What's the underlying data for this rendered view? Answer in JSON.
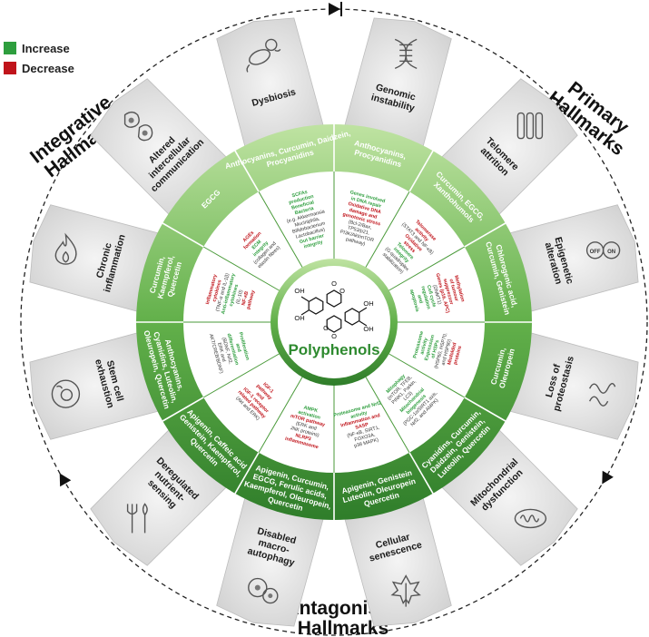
{
  "legend": {
    "increase": "Increase",
    "decrease": "Decrease",
    "increase_color": "#2e9e3e",
    "decrease_color": "#c0141b"
  },
  "groups": {
    "primary": [
      "Primary",
      "Hallmarks"
    ],
    "antagonistic": [
      "Antagonistic",
      "Hallmarks"
    ],
    "integrative": [
      "Integrative",
      "Hallmarks"
    ]
  },
  "hallmarks": [
    {
      "name": [
        "Genomic",
        "instability"
      ],
      "icon": "dna-icon"
    },
    {
      "name": [
        "Telomere",
        "attrition"
      ],
      "icon": "telomere-icon"
    },
    {
      "name": [
        "Epigenetic",
        "alteration"
      ],
      "icon": "epigenetic-switch-icon",
      "icon_text": [
        "OFF",
        "ON"
      ]
    },
    {
      "name": [
        "Loss of",
        "proteostasis"
      ],
      "icon": "protein-icon"
    },
    {
      "name": [
        "Mitochondrial",
        "dysfunction"
      ],
      "icon": "mitochondria-icon"
    },
    {
      "name": [
        "Cellular",
        "senescence"
      ],
      "icon": "leaf-icon"
    },
    {
      "name": [
        "Disabled",
        "macro-",
        "autophagy"
      ],
      "icon": "autophagy-icon"
    },
    {
      "name": [
        "Deregulated",
        "nutrient-",
        "sensing"
      ],
      "icon": "utensils-icon"
    },
    {
      "name": [
        "Stem cell",
        "exhaustion"
      ],
      "icon": "stem-cell-icon"
    },
    {
      "name": [
        "Chronic",
        "inflammation"
      ],
      "icon": "flame-icon"
    },
    {
      "name": [
        "Altered",
        "intercellular",
        "communication"
      ],
      "icon": "cells-icon"
    },
    {
      "name": [
        "Dysbiosis"
      ],
      "icon": "bacteria-icon"
    }
  ],
  "compounds": [
    [
      "Anthocyanins,",
      "Procyanidins"
    ],
    [
      "Curcumin, EGCG,",
      "Xanthohumols"
    ],
    [
      "Chlorogenic acid,",
      "Curcumin, Genistein"
    ],
    [
      "Curcumin,",
      "Oleuropein"
    ],
    [
      "Cyanidins, Curcumin,",
      "Daidzein, Genistein,",
      "Luteolin, Quercetin"
    ],
    [
      "Apigenin, Genistein",
      "Luteolin, Oleuropein",
      "Quercetin"
    ],
    [
      "Apigenin, Curcumin,",
      "EGCG, Ferulic acids,",
      "Kaempferol, Oleuropein,",
      "Quercetin"
    ],
    [
      "Apigenin, Caffeic acid",
      "Genistein, Kaempferol,",
      "Quercetin"
    ],
    [
      "Anthocyanins,",
      "Cyanidins, Luteolin,",
      "Oleuropein, Quercetin"
    ],
    [
      "Curcumin,",
      "Kaempferol,",
      "Quercetin"
    ],
    [
      "EGCG"
    ],
    [
      "Anthocyanins, Curcumin, Daidzein,",
      "Procyanidins"
    ]
  ],
  "effects": [
    [
      {
        "t": "Genes involved",
        "c": "g"
      },
      {
        "t": "in DNA repair",
        "c": "g"
      },
      {
        "t": "Oxidative DNA",
        "c": "r"
      },
      {
        "t": "damage and",
        "c": "r"
      },
      {
        "t": "genotoxic stress",
        "c": "r"
      },
      {
        "t": "(Bcl-2/Bax,",
        "c": "k"
      },
      {
        "t": "TP53/p21,",
        "c": "k"
      },
      {
        "t": "PI3K/Akt/mTOR",
        "c": "k"
      },
      {
        "t": "pathway)",
        "c": "k"
      }
    ],
    [
      {
        "t": "Telomerase",
        "c": "r"
      },
      {
        "t": "activity",
        "c": "r"
      },
      {
        "t": "(STAT3 and NF-κB)",
        "c": "k"
      },
      {
        "t": "Oxidative",
        "c": "r"
      },
      {
        "t": "stress",
        "c": "r"
      },
      {
        "t": "Telomere",
        "c": "g"
      },
      {
        "t": "integrity",
        "c": "g"
      },
      {
        "t": "(G-quadruplex",
        "c": "k"
      },
      {
        "t": "stabilization)",
        "c": "k"
      }
    ],
    [
      {
        "t": "Methylation",
        "c": "r"
      },
      {
        "t": "of tumour",
        "c": "r"
      },
      {
        "t": "suppressor",
        "c": "r"
      },
      {
        "t": "Genes (p16, APC)",
        "c": "r"
      },
      {
        "t": "(DNMT1)",
        "c": "k"
      },
      {
        "t": "Cell cycle",
        "c": "g"
      },
      {
        "t": "regulation",
        "c": "g"
      },
      {
        "t": "and",
        "c": "g"
      },
      {
        "t": "apoptosis",
        "c": "g"
      }
    ],
    [
      {
        "t": "Proteasome",
        "c": "g"
      },
      {
        "t": "activity",
        "c": "g"
      },
      {
        "t": "Expression",
        "c": "g"
      },
      {
        "t": "of HSPs",
        "c": "g"
      },
      {
        "t": "(HSP60, HSP70,",
        "c": "k"
      },
      {
        "t": "and HSP90)",
        "c": "k"
      },
      {
        "t": "Misfolded",
        "c": "r"
      },
      {
        "t": "proteins",
        "c": "r"
      }
    ],
    [
      {
        "t": "Mitophagy",
        "c": "g"
      },
      {
        "t": "(mTOR, TFEB,",
        "c": "k"
      },
      {
        "t": "PINK1, Parkin,",
        "c": "k"
      },
      {
        "t": "LC3)",
        "c": "k"
      },
      {
        "t": "Mitochondrial",
        "c": "g"
      },
      {
        "t": "biogenesis",
        "c": "g"
      },
      {
        "t": "(PGC-1α/SIRT1 axis,",
        "c": "k"
      },
      {
        "t": "Nrf2, and AMPK)",
        "c": "k"
      }
    ],
    [
      {
        "t": "Proteasome and Nrf2",
        "c": "g"
      },
      {
        "t": "activity",
        "c": "g"
      },
      {
        "t": "Inflammation and",
        "c": "r"
      },
      {
        "t": "SASP",
        "c": "r"
      },
      {
        "t": "(NF-κB, SIRT1,",
        "c": "k"
      },
      {
        "t": "FOXO3A,",
        "c": "k"
      },
      {
        "t": "p38 MAPK)",
        "c": "k"
      }
    ],
    [
      {
        "t": "AMPK",
        "c": "g"
      },
      {
        "t": "activation",
        "c": "g"
      },
      {
        "t": "mTOR pathway",
        "c": "r"
      },
      {
        "t": "(ERK and",
        "c": "k"
      },
      {
        "t": "JNK proteins)",
        "c": "k"
      },
      {
        "t": "NLRP3",
        "c": "r"
      },
      {
        "t": "inflammasome",
        "c": "r"
      }
    ],
    [
      {
        "t": "IGF-1",
        "c": "r"
      },
      {
        "t": "pathway",
        "c": "r"
      },
      {
        "t": "and",
        "c": "r"
      },
      {
        "t": "IGF-1 receptor",
        "c": "r"
      },
      {
        "t": "related pathway",
        "c": "r"
      },
      {
        "t": "(Akt and ERK)",
        "c": "k"
      }
    ],
    [
      {
        "t": "Proliferation",
        "c": "g"
      },
      {
        "t": "and",
        "c": "g"
      },
      {
        "t": "differentiation",
        "c": "g"
      },
      {
        "t": "(BDNF, Nrf2,",
        "c": "k"
      },
      {
        "t": "ERK and",
        "c": "k"
      },
      {
        "t": "AKT/CREB/BDNF)",
        "c": "k"
      }
    ],
    [
      {
        "t": "Inflammatory",
        "c": "r"
      },
      {
        "t": "cytokines",
        "c": "r"
      },
      {
        "t": "(TNF-α and IL-1β)",
        "c": "k"
      },
      {
        "t": "Anti-inflammatory",
        "c": "g"
      },
      {
        "t": "cytokines",
        "c": "g"
      },
      {
        "t": "(IL-10)",
        "c": "k"
      },
      {
        "t": "NF-κB",
        "c": "r"
      },
      {
        "t": "pathway",
        "c": "r"
      }
    ],
    [
      {
        "t": "AGEs",
        "c": "r"
      },
      {
        "t": "formation",
        "c": "r"
      },
      {
        "t": "ECM",
        "c": "g"
      },
      {
        "t": "integrity",
        "c": "g"
      },
      {
        "t": "(collagen and",
        "c": "k"
      },
      {
        "t": "elastin fibres)",
        "c": "k"
      }
    ],
    [
      {
        "t": "SCFAs",
        "c": "g"
      },
      {
        "t": "production",
        "c": "g"
      },
      {
        "t": "Beneficial",
        "c": "g"
      },
      {
        "t": "Bacteria",
        "c": "g"
      },
      {
        "t": "(e.g. Akkermansia",
        "c": "k"
      },
      {
        "t": "Muciniphila,",
        "c": "k"
      },
      {
        "t": "Bifidobacterium",
        "c": "k"
      },
      {
        "t": "Lactobacillus)",
        "c": "k"
      },
      {
        "t": "Gut barrier",
        "c": "g"
      },
      {
        "t": "integrity",
        "c": "g"
      }
    ]
  ],
  "center": {
    "title": "Polyphenols",
    "atom_labels": [
      "OH",
      "OH",
      "O",
      "O",
      "O",
      "O",
      "OH",
      "OH"
    ]
  }
}
